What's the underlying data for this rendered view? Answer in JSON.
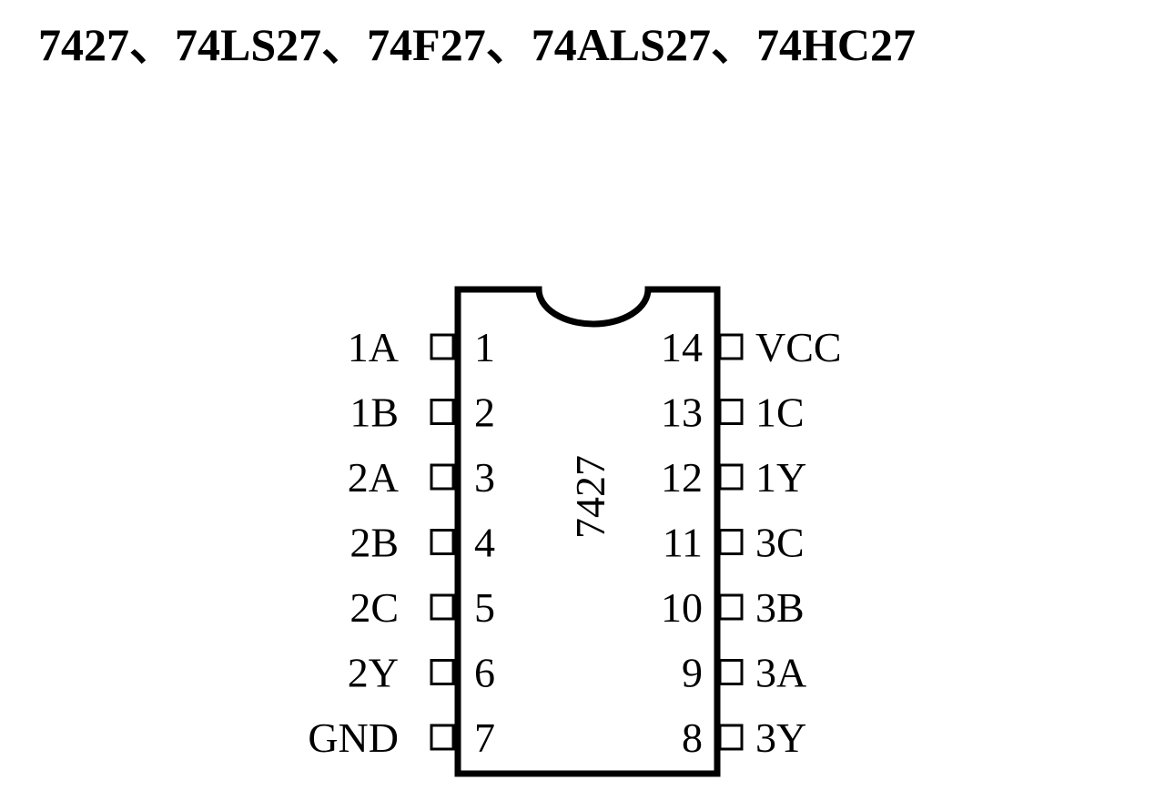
{
  "title": "7427、74LS27、74F27、74ALS27、74HC27",
  "chip_label": "7427",
  "pins_left": [
    {
      "number": "1",
      "name": "1A"
    },
    {
      "number": "2",
      "name": "1B"
    },
    {
      "number": "3",
      "name": "2A"
    },
    {
      "number": "4",
      "name": "2B"
    },
    {
      "number": "5",
      "name": "2C"
    },
    {
      "number": "6",
      "name": "2Y"
    },
    {
      "number": "7",
      "name": "GND"
    }
  ],
  "pins_right": [
    {
      "number": "14",
      "name": "VCC"
    },
    {
      "number": "13",
      "name": "1C"
    },
    {
      "number": "12",
      "name": "1Y"
    },
    {
      "number": "11",
      "name": "3C"
    },
    {
      "number": "10",
      "name": "3B"
    },
    {
      "number": "9",
      "name": "3A"
    },
    {
      "number": "8",
      "name": "3Y"
    }
  ]
}
